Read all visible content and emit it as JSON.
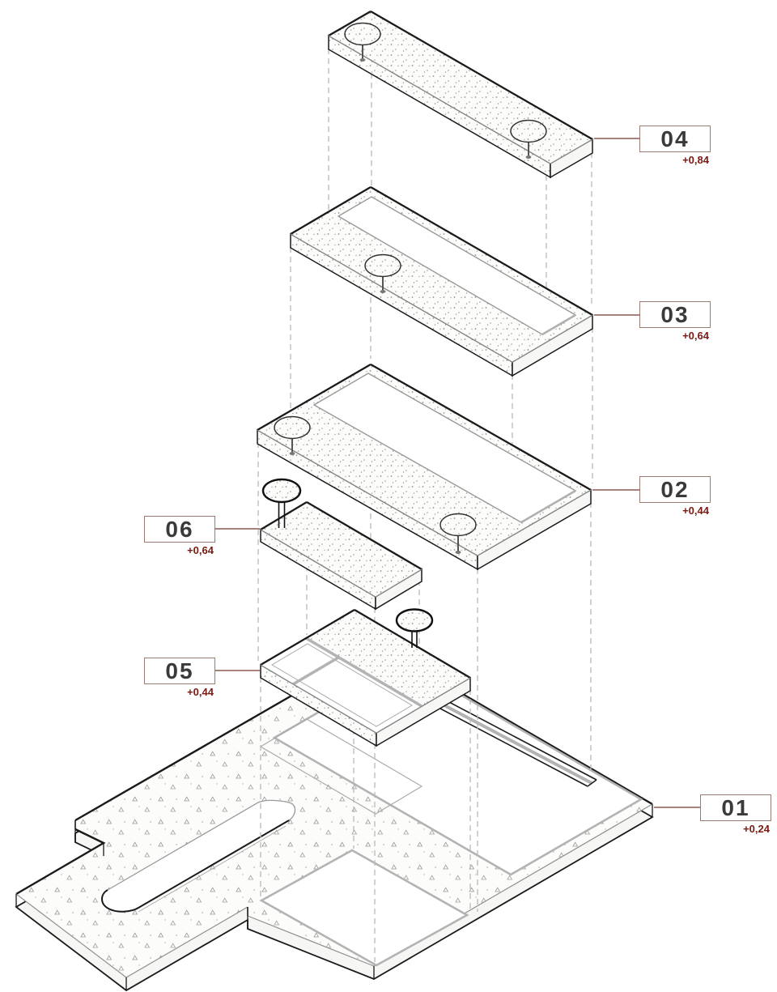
{
  "diagram": {
    "type": "exploded-axonometric-plan",
    "labels": {
      "l04": {
        "number": "04",
        "elevation": "+0,84"
      },
      "l03": {
        "number": "03",
        "elevation": "+0,64"
      },
      "l02": {
        "number": "02",
        "elevation": "+0,44"
      },
      "l06": {
        "number": "06",
        "elevation": "+0,64"
      },
      "l05": {
        "number": "05",
        "elevation": "+0,44"
      },
      "l01": {
        "number": "01",
        "elevation": "+0,24"
      }
    },
    "colors": {
      "outline": "#1a1a1a",
      "leader_line": "#8a5a50",
      "label_border": "#9b7a72",
      "number_text": "#3a3a3a",
      "elevation_text": "#7a1a12",
      "guide_dash": "#b8b8b8",
      "soft_grey": "#b3b3b3"
    }
  }
}
